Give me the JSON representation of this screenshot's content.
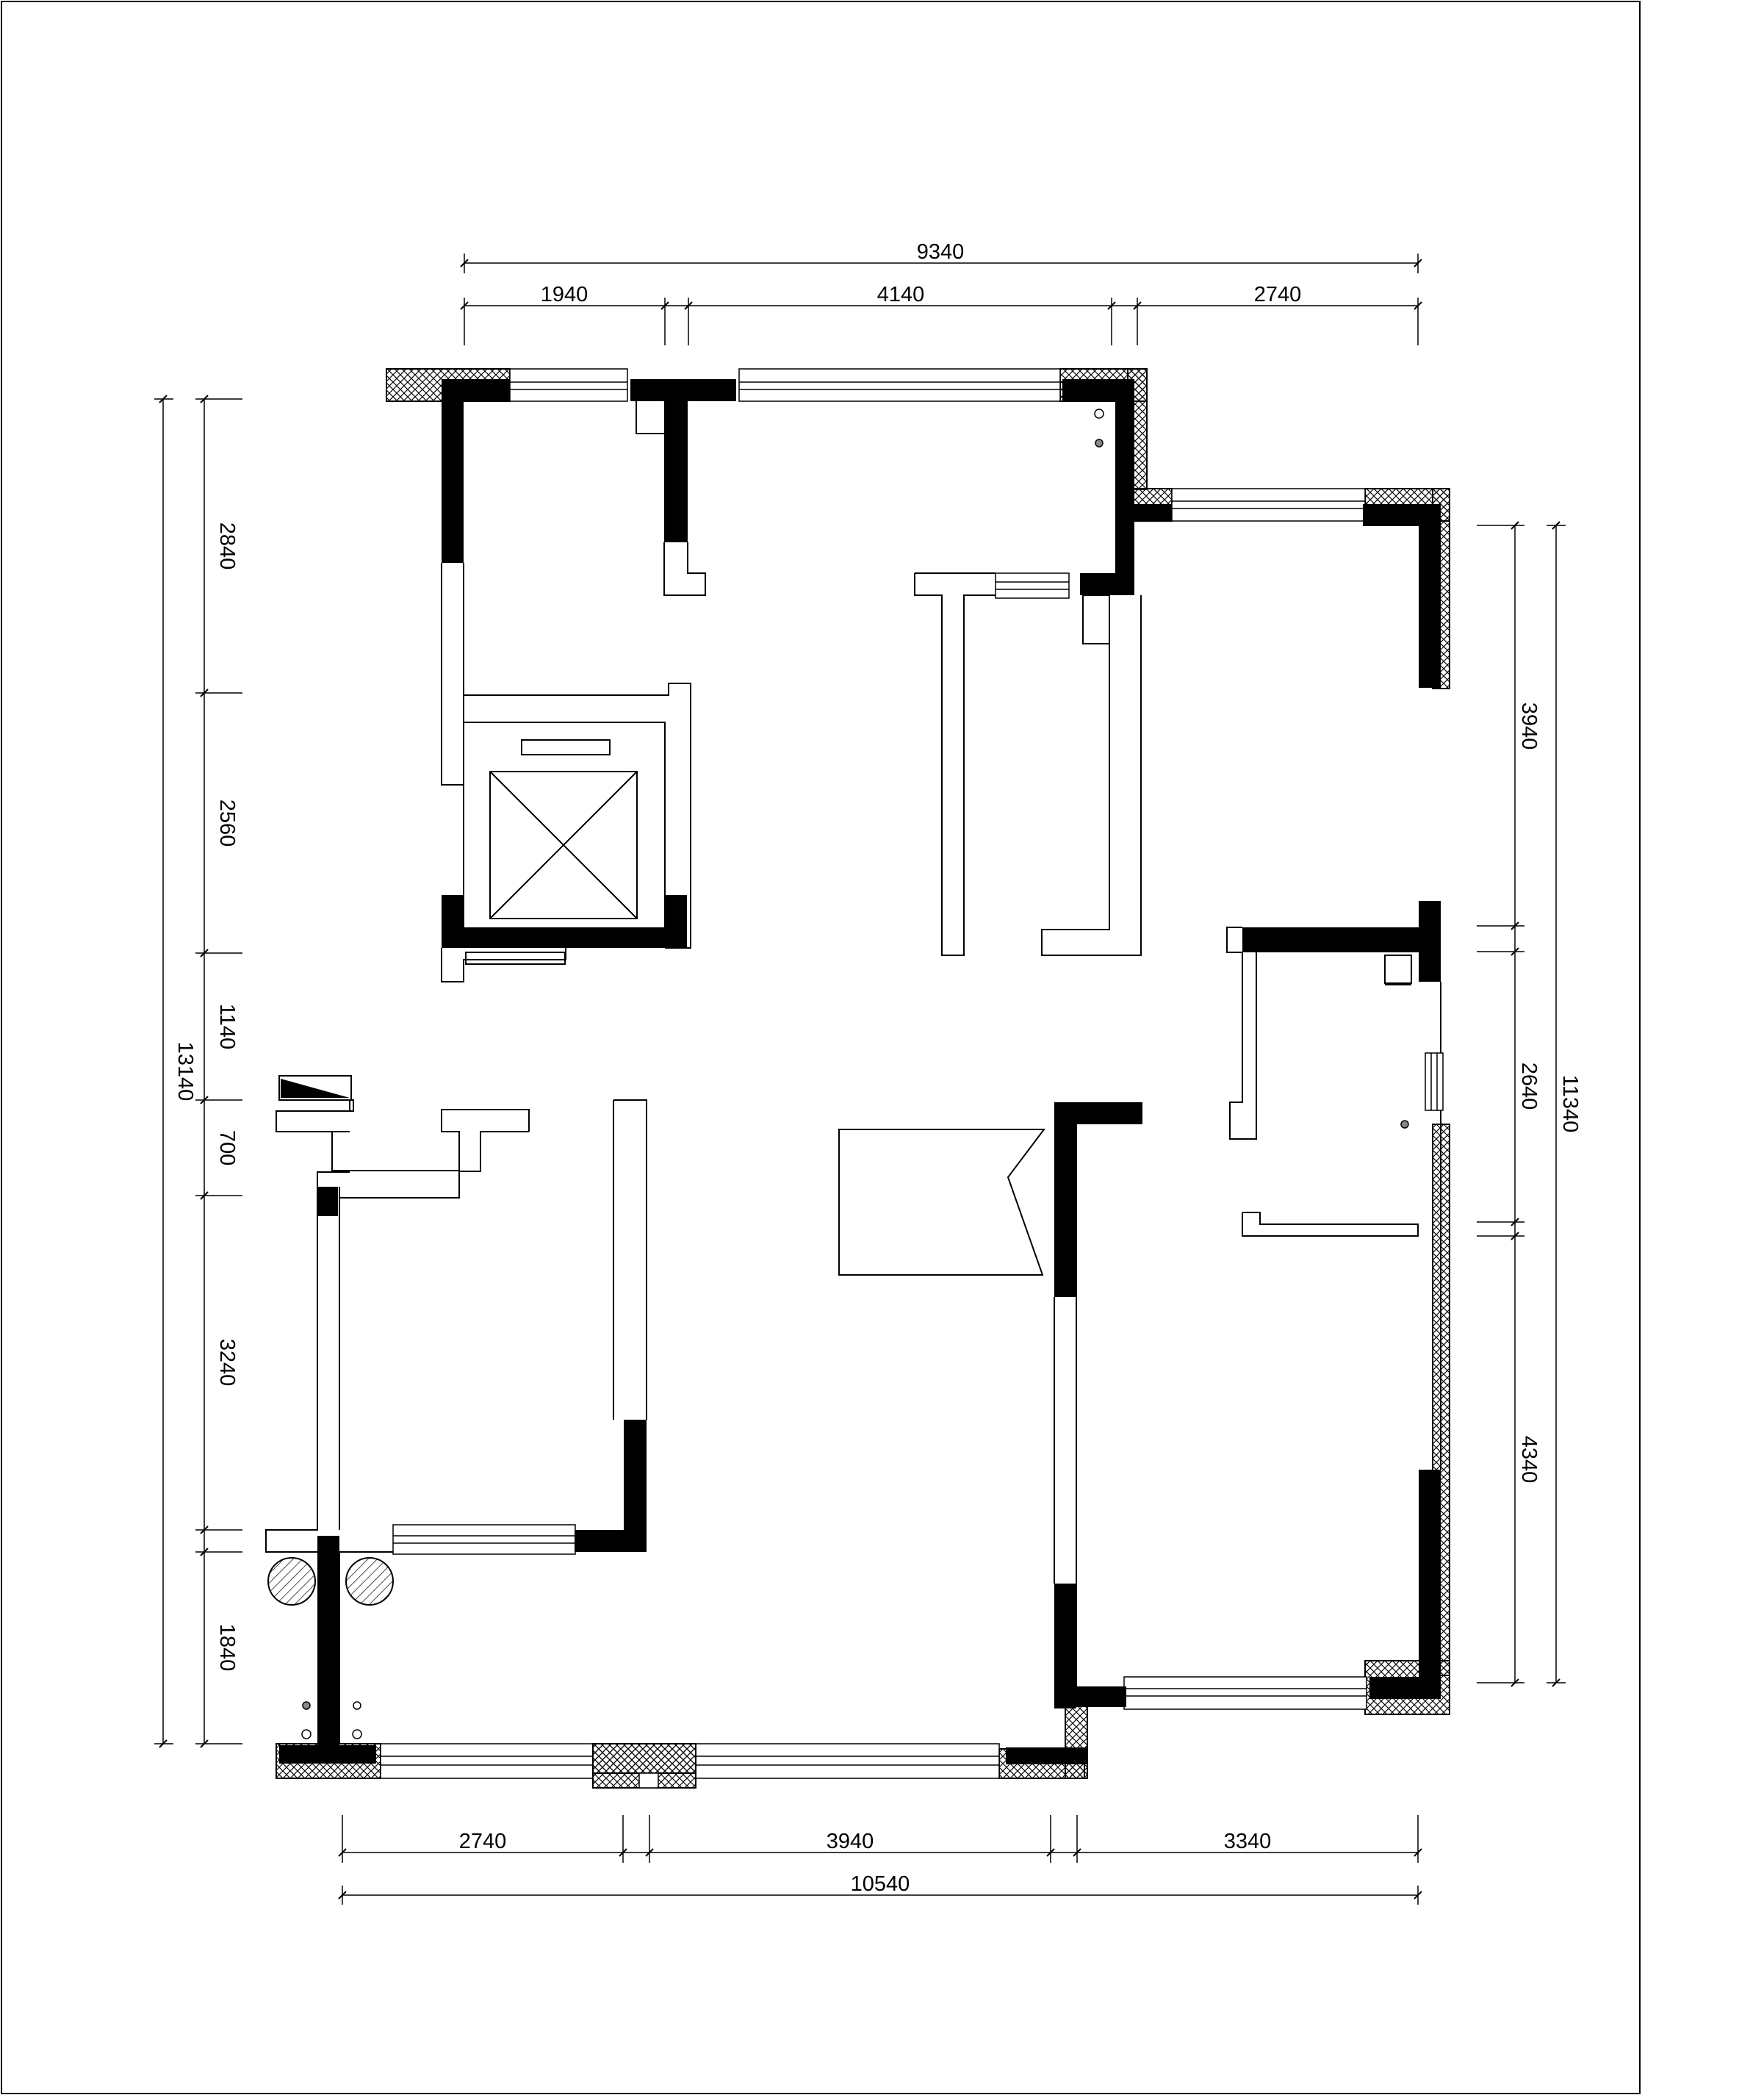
{
  "dimensions": {
    "top_total": "9340",
    "top_segments": [
      "1940",
      "4140",
      "2740"
    ],
    "bottom_segments": [
      "2740",
      "3940",
      "3340"
    ],
    "bottom_total": "10540",
    "left_total": "13140",
    "left_segments": [
      "2840",
      "2560",
      "1140",
      "700",
      "3240",
      "1840"
    ],
    "right_segments": [
      "3940",
      "2640",
      "4340"
    ],
    "right_total": "11340"
  },
  "colors": {
    "wall_fill": "#000000",
    "line": "#000000",
    "background": "#ffffff"
  }
}
